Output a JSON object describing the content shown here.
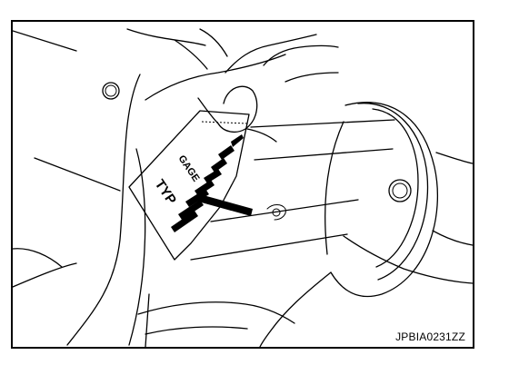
{
  "figure": {
    "code": "JPBIA0231ZZ",
    "gage_label": "GAGE",
    "gage_marking": "TYP"
  }
}
